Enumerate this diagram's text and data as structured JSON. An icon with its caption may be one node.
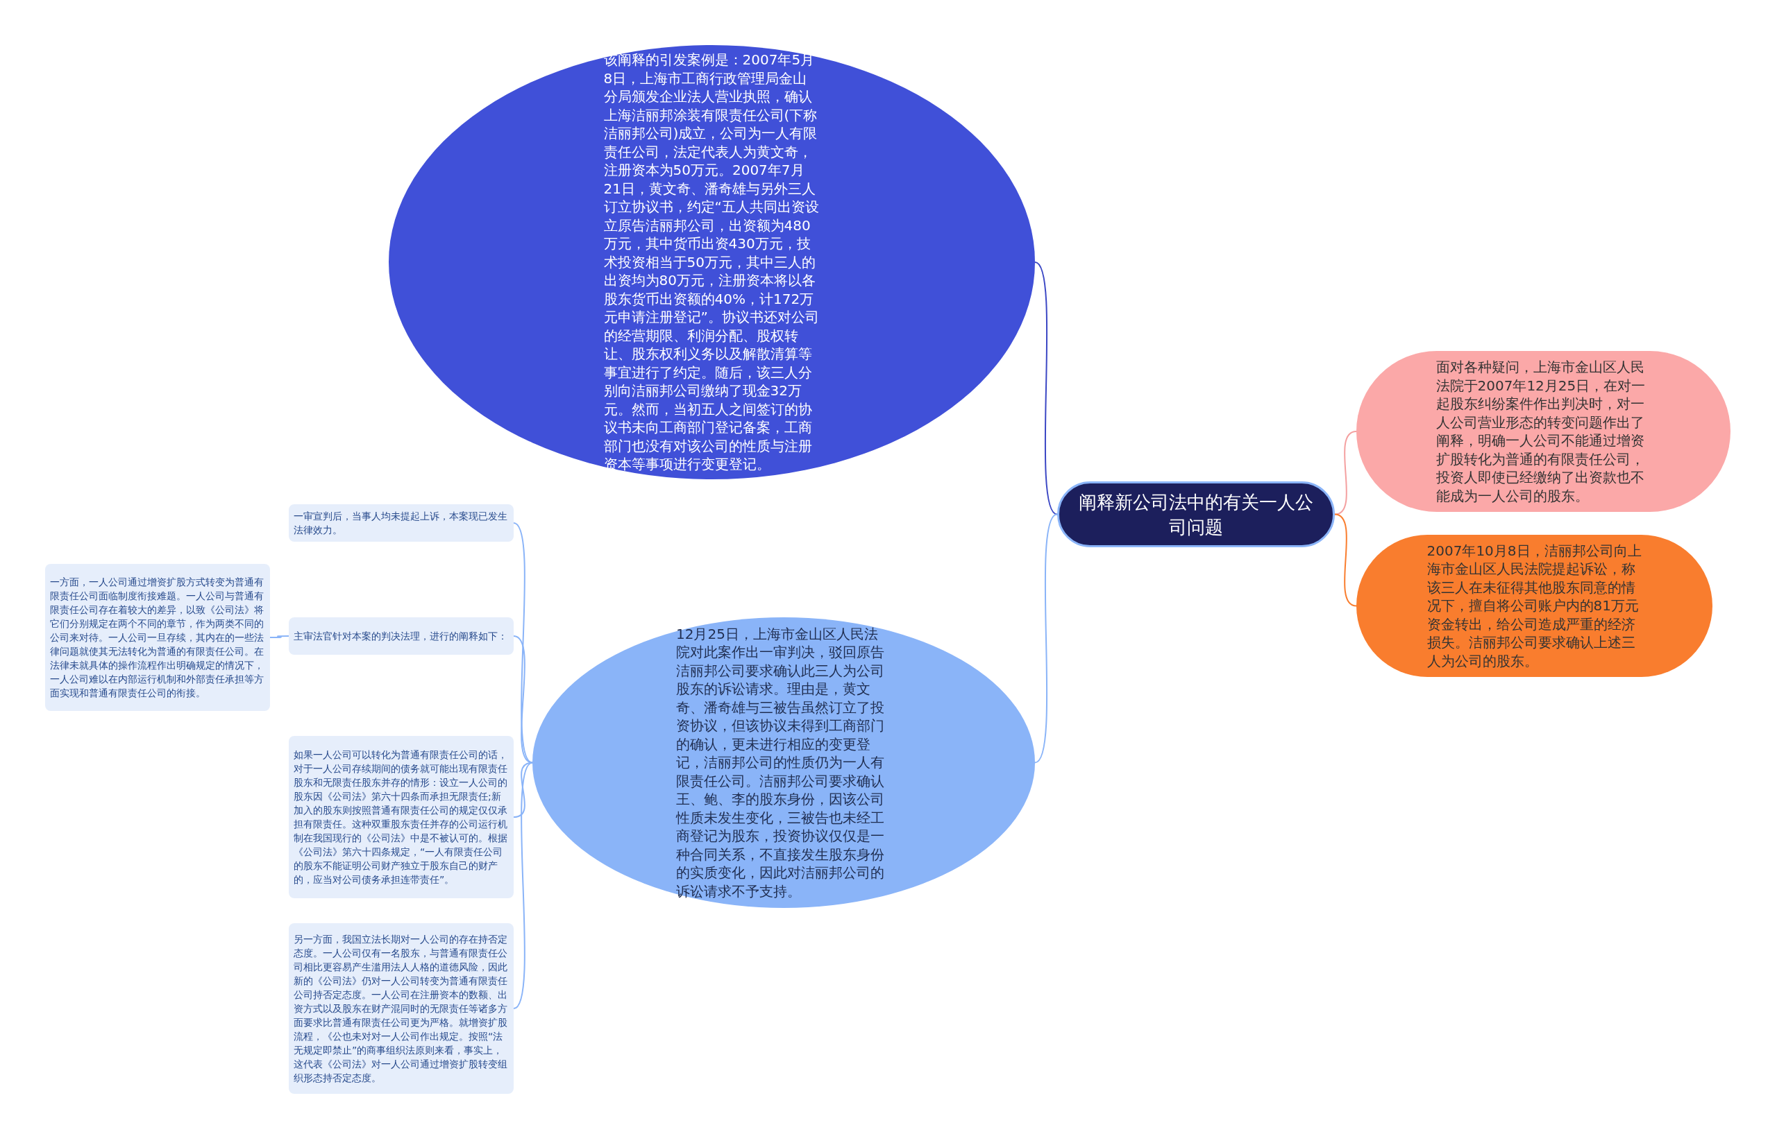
{
  "diagram": {
    "nodes": [
      {
        "text": [
          "阐释新公司法中的有关一人公司问题"
        ]
      },
      {
        "text": [
          "该阐释的引发案例是：2007年5月8日，上海市工商行政管理局金山分局颁发企业法人营业执照，确认上海洁丽邦涂装有限责任公司(下称洁丽邦公司)成立，公司为一人有限责任公司，法定代表人为黄文奇，注册资本为50万元。2007年7月21日，黄文奇、潘奇雄与另外三人订立协议书，约定“五人共同出资设立原告洁丽邦公司，出资额为480万元，其中货币出资430万元，技术投资相当于50万元，其中三人的出资均为80万元，注册资本将以各股东货币出资额的40%，计172万元申请注册登记”。协议书还对公司的经营期限、利润分配、股权转让、股东权利义务以及解散清算等事宜进行了约定。随后，该三人分别向洁丽邦公司缴纳了现金32万元。然而，当初五人之间签订的协议书未向工商部门登记备案，工商部门也没有对该公司的性质与注册资本等事项进行变更登记。"
        ]
      },
      {
        "text": [
          "面对各种疑问，上海市金山区人民法院于2007年12月25日，在对一起股东纠纷案件作出判决时，对一人公司营业形态的转变问题作出了阐释，明确一人公司不能通过增资扩股转化为普通的有限责任公司，投资人即使已经缴纳了出资款也不能成为一人公司的股东。"
        ]
      },
      {
        "text": [
          "2007年10月8日，洁丽邦公司向上海市金山区人民法院提起诉讼，称该三人在未征得其他股东同意的情况下，擅自将公司账户内的81万元资金转出，给公司造成严重的经济损失。洁丽邦公司要求确认上述三人为公司的股东。"
        ]
      },
      {
        "text": [
          "12月25日，上海市金山区人民法院对此案作出一审判决，驳回原告洁丽邦公司要求确认此三人为公司股东的诉讼请求。理由是，黄文奇、潘奇雄与三被告虽然订立了投资协议，但该协议未得到工商部门的确认，更未进行相应的变更登记，洁丽邦公司的性质仍为一人有限责任公司。洁丽邦公司要求确认王、鲍、李的股东身份，因该公司性质未发生变化，三被告也未经工商登记为股东，投资协议仅仅是一种合同关系，不直接发生股东身份的实质变化，因此对洁丽邦公司的诉讼请求不予支持。"
        ]
      },
      {
        "text": [
          "一审宣判后，当事人均未提起上诉，本案现已发生法律效力。"
        ]
      },
      {
        "text": [
          "主审法官针对本案的判决法理，进行的阐释如下："
        ]
      },
      {
        "text": [
          "一方面，一人公司通过增资扩股方式转变为普通有限责任公司面临制度衔接难题。一人公司与普通有限责任公司存在着较大的差异，以致《公司法》将它们分别规定在两个不同的章节，作为两类不同的公司来对待。一人公司一旦存续，其内在的一些法律问题就使其无法转化为普通的有限责任公司。在法律未就具体的操作流程作出明确规定的情况下，一人公司难以在内部运行机制和外部责任承担等方面实现和普通有限责任公司的衔接。"
        ]
      },
      {
        "text": [
          "如果一人公司可以转化为普通有限责任公司的话，对于一人公司存续期间的债务就可能出现有限责任股东和无限责任股东并存的情形：设立一人公司的股东因《公司法》第六十四条而承担无限责任;新加入的股东则按照普通有限责任公司的规定仅仅承担有限责任。这种双重股东责任并存的公司运行机制在我国现行的《公司法》中是不被认可的。根据《公司法》第六十四条规定，“一人有限责任公司的股东不能证明公司财产独立于股东自己的财产的，应当对公司债务承担连带责任”。"
        ]
      },
      {
        "text": [
          "另一方面，我国立法长期对一人公司的存在持否定态度。一人公司仅有一名股东，与普通有限责任公司相比更容易产生滥用法人人格的道德风险，因此新的《公司法》仍对一人公司转变为普通有限责任公司持否定态度。一人公司在注册资本的数额、出资方式以及股东在财产混同时的无限责任等诸多方面要求比普通有限责任公司更为严格。就增资扩股流程，《公也未对对一人公司作出规定。按照“法无规定即禁止”的商事组织法原则来看，事实上，这代表《公司法》对一人公司通过增资扩股转变组织形态持否定态度。"
        ]
      }
    ],
    "edges": [
      {
        "from": 0,
        "to": 1,
        "arrow": "none",
        "color": "#3b47c4"
      },
      {
        "from": 0,
        "to": 2,
        "arrow": "none",
        "color": "#f4a0a0"
      },
      {
        "from": 0,
        "to": 3,
        "arrow": "none",
        "color": "#f97d2e"
      },
      {
        "from": 0,
        "to": 4,
        "arrow": "none"
      },
      {
        "from": 4,
        "to": 5,
        "arrow": "none"
      },
      {
        "from": 4,
        "to": 6,
        "arrow": "none"
      },
      {
        "from": 6,
        "to": 7,
        "arrow": "none"
      },
      {
        "from": 4,
        "to": 8,
        "arrow": "none"
      },
      {
        "from": 4,
        "to": 9,
        "arrow": "none"
      }
    ]
  }
}
